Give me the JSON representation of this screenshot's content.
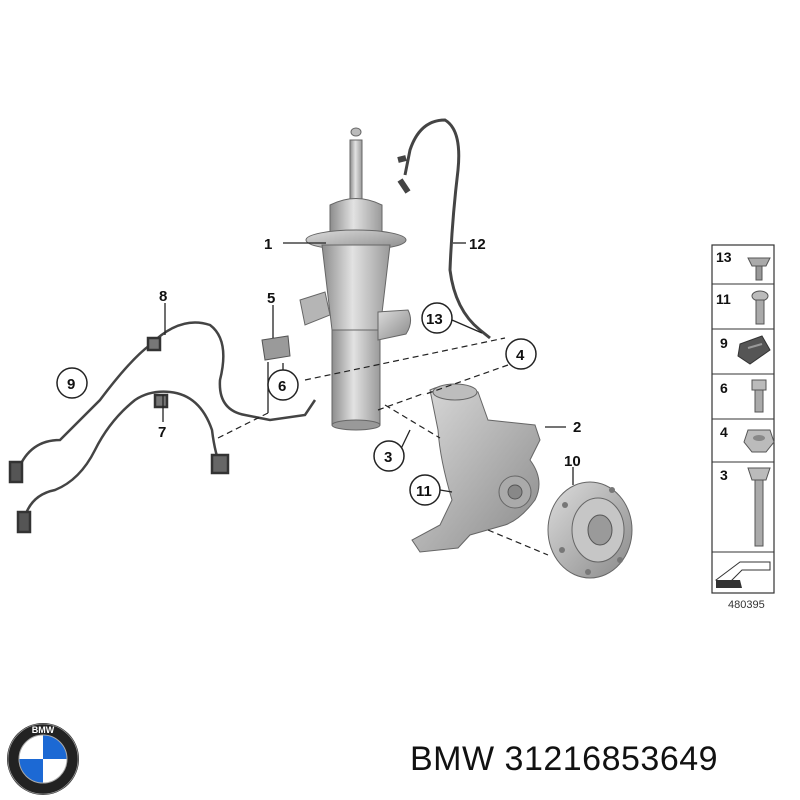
{
  "callouts": [
    "1",
    "2",
    "3",
    "4",
    "5",
    "6",
    "7",
    "8",
    "9",
    "10",
    "11",
    "12",
    "13"
  ],
  "side_panel": [
    "13",
    "11",
    "9",
    "6",
    "4",
    "3"
  ],
  "diagram_id": "480395",
  "brand": "BMW",
  "part_number": "31216853649",
  "logo_letters": "BMW",
  "colors": {
    "part_fill": "#c9c9c9",
    "part_stroke": "#6d6d6d",
    "line": "#222222",
    "bmw_blue": "#1c69d4"
  }
}
